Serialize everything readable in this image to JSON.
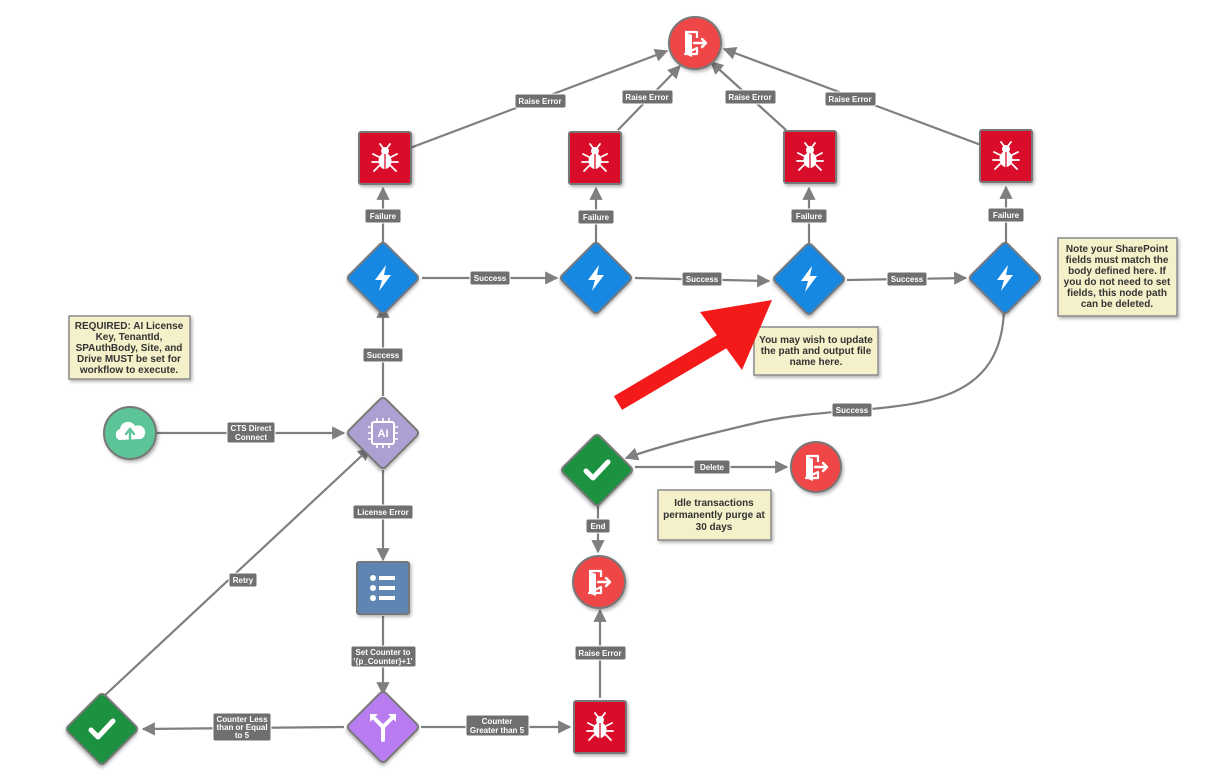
{
  "colors": {
    "error_red": "#d9112b",
    "end_circle_red": "#ef4747",
    "event_blue": "#1788e2",
    "ai_purple": "#ad9fd2",
    "branch_purple": "#b87cf0",
    "success_green": "#1b9140",
    "start_teal": "#5cc497",
    "list_blue": "#5f86b3",
    "note_fill": "#f4f0c9",
    "edge_gray": "#7f7f7f",
    "label_gray": "#6f6f6f",
    "arrow_red": "#f41a1a"
  },
  "nodes": {
    "start": {
      "icon": "cloud-upload-icon"
    },
    "ai": {
      "icon": "ai-chip-icon",
      "text": "AI"
    },
    "set_counter": {
      "icon": "list-icon"
    },
    "branch": {
      "icon": "branch-merge-icon"
    },
    "retry_check": {
      "icon": "check-icon"
    },
    "limit_error": {
      "icon": "bug-icon"
    },
    "end_main": {
      "icon": "exit-door-icon"
    },
    "complete": {
      "icon": "check-icon"
    },
    "end_delete": {
      "icon": "exit-door-icon"
    },
    "end_top": {
      "icon": "exit-door-icon"
    },
    "events": [
      {
        "icon": "lightning-icon"
      },
      {
        "icon": "lightning-icon"
      },
      {
        "icon": "lightning-icon"
      },
      {
        "icon": "lightning-icon"
      }
    ],
    "errors": [
      {
        "icon": "bug-icon"
      },
      {
        "icon": "bug-icon"
      },
      {
        "icon": "bug-icon"
      },
      {
        "icon": "bug-icon"
      }
    ]
  },
  "edge_labels": {
    "cts_l1": "CTS Direct",
    "cts_l2": "Connect",
    "license_error": "License Error",
    "set_counter_l1": "Set Counter to",
    "set_counter_l2": "'{p_Counter}+1'",
    "counter_le_l1": "Counter Less",
    "counter_le_l2": "than or Equal",
    "counter_le_l3": "to 5",
    "counter_gt_l1": "Counter",
    "counter_gt_l2": "Greater than 5",
    "retry": "Retry",
    "raise_error_bottom": "Raise Error",
    "end": "End",
    "delete": "Delete",
    "success_ai": "Success",
    "success_1": "Success",
    "success_2": "Success",
    "success_3": "Success",
    "success_4": "Success",
    "failure_1": "Failure",
    "failure_2": "Failure",
    "failure_3": "Failure",
    "failure_4": "Failure",
    "raise_error_1": "Raise Error",
    "raise_error_2": "Raise Error",
    "raise_error_3": "Raise Error",
    "raise_error_4": "Raise Error"
  },
  "notes": {
    "required": [
      "REQUIRED: AI License",
      "Key, TenantId,",
      "SPAuthBody, Site, and",
      "Drive MUST be set for",
      "workflow to execute."
    ],
    "update_path": [
      "You may wish to update",
      "the path and output file",
      "name here."
    ],
    "sharepoint": [
      "Note your SharePoint",
      "fields must match the",
      "body defined here.  If",
      "you do not need to set",
      "fields, this node path",
      "can be deleted."
    ],
    "idle": [
      "Idle transactions",
      "permanently purge at",
      "30 days"
    ]
  }
}
